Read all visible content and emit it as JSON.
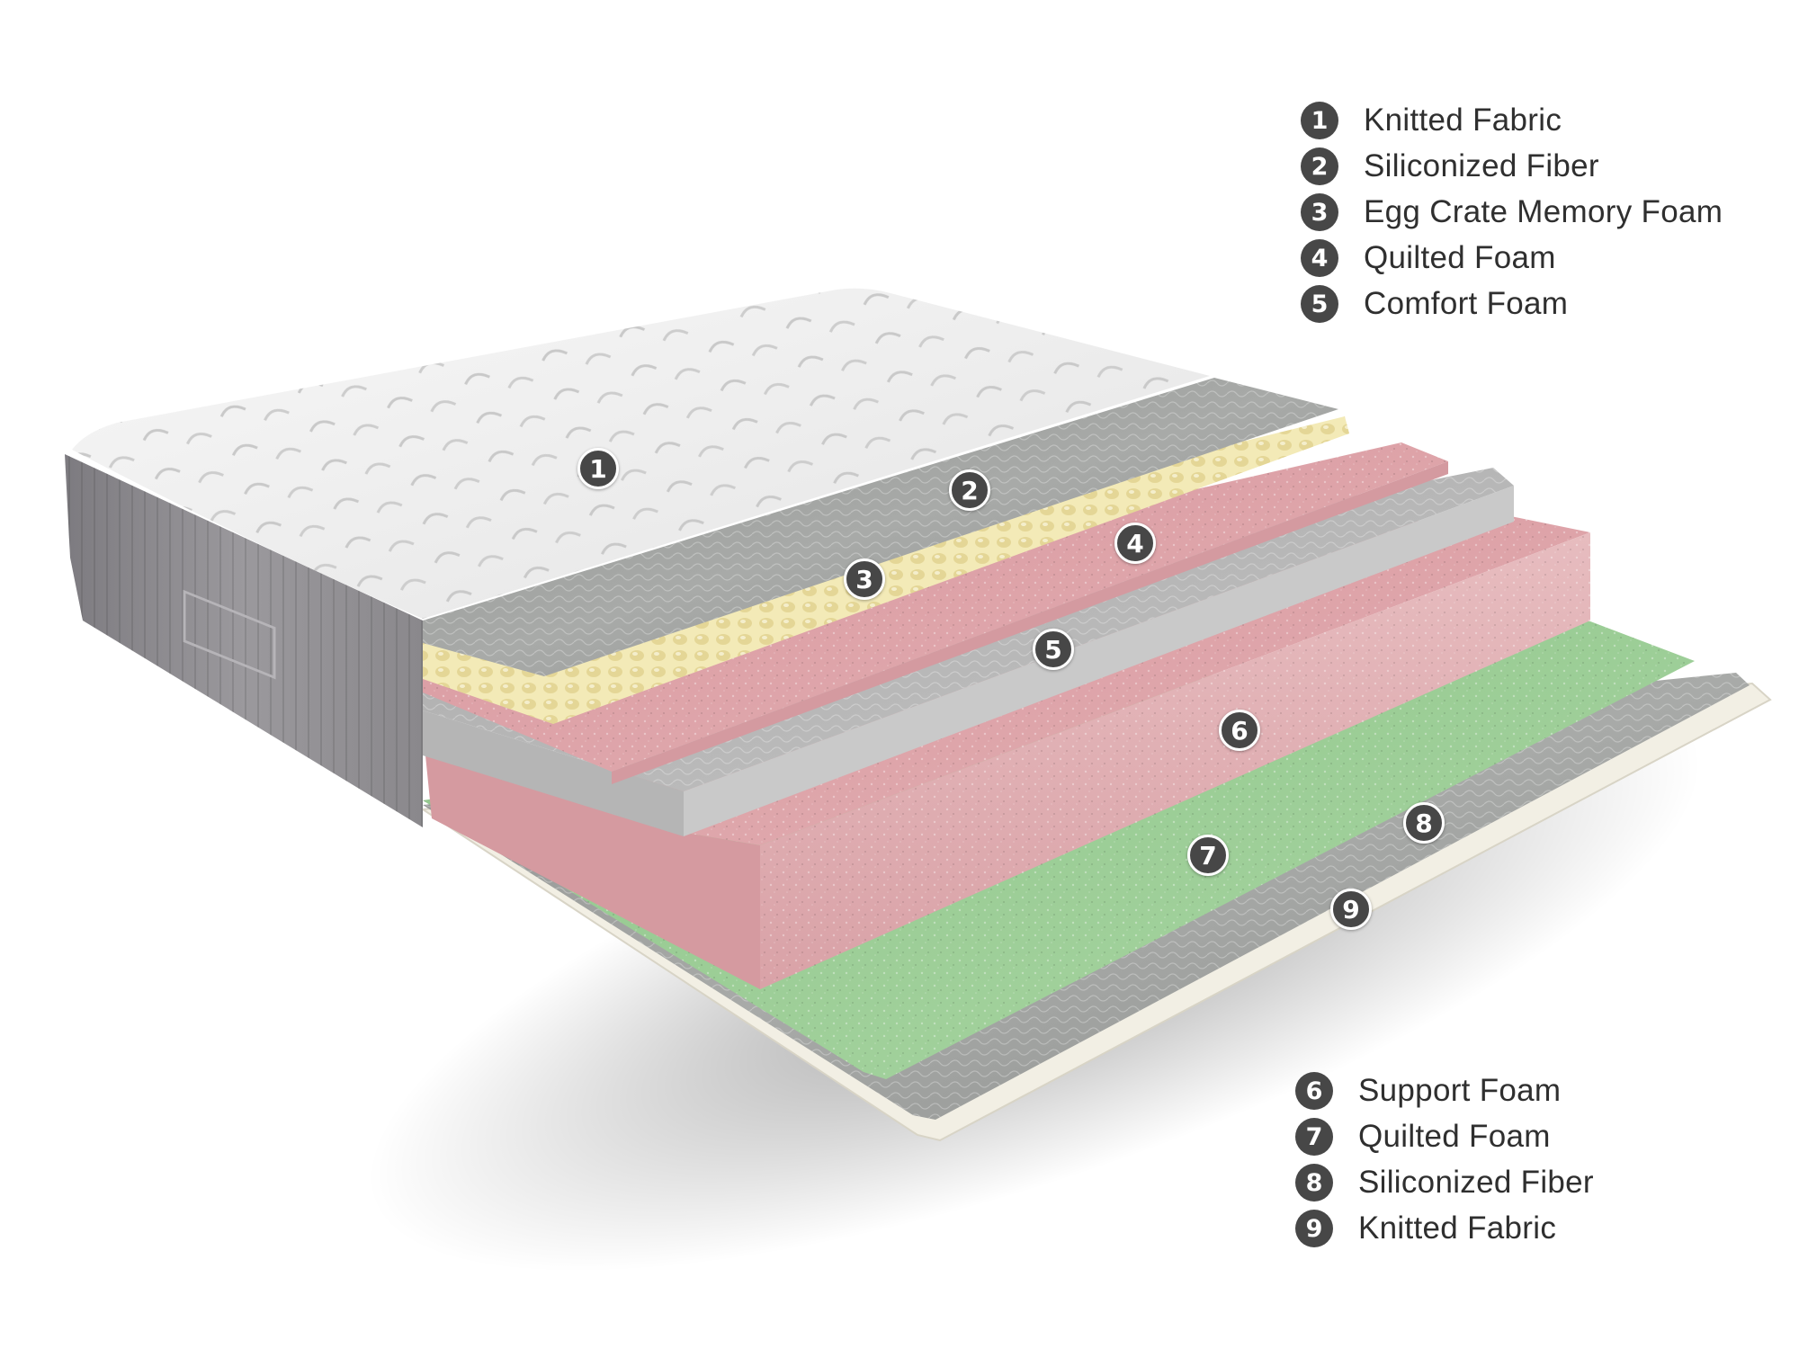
{
  "legend_top": [
    {
      "num": "1",
      "label": "Knitted Fabric"
    },
    {
      "num": "2",
      "label": "Siliconized Fiber"
    },
    {
      "num": "3",
      "label": "Egg Crate Memory Foam"
    },
    {
      "num": "4",
      "label": "Quilted Foam"
    },
    {
      "num": "5",
      "label": "Comfort Foam"
    }
  ],
  "legend_bottom": [
    {
      "num": "6",
      "label": "Support Foam"
    },
    {
      "num": "7",
      "label": "Quilted Foam"
    },
    {
      "num": "8",
      "label": "Siliconized Fiber"
    },
    {
      "num": "9",
      "label": "Knitted Fabric"
    }
  ],
  "callouts": [
    "1",
    "2",
    "3",
    "4",
    "5",
    "6",
    "7",
    "8",
    "9"
  ],
  "colors": {
    "badge": "#474747",
    "text": "#2f2f2f",
    "knitted_fabric": "#f4f4f4",
    "siliconized_fiber": "#9a9c9a",
    "memory_foam": "#f3eab7",
    "quilted_foam_pink": "#dba2a8",
    "comfort_foam": "#b9b9b9",
    "support_foam": "#e3aeb2",
    "quilted_foam_green": "#9ccd98",
    "base_fabric": "#f2efe4",
    "side_panel": "#8d8b8f"
  }
}
